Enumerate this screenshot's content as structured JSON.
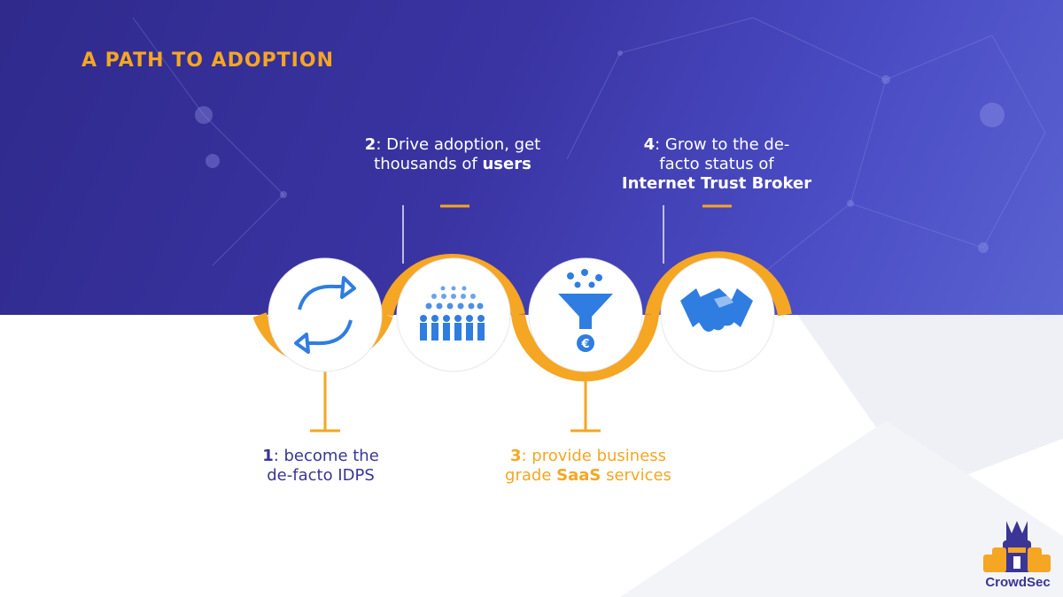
{
  "title": "A PATH TO ADOPTION",
  "steps": [
    {
      "num": "1",
      "text_pre": ": become the",
      "text_line2": "de-facto IDPS",
      "bold": "",
      "icon": "refresh-arrows-icon"
    },
    {
      "num": "2",
      "text_pre": ": Drive adoption, get",
      "text_line2": "thousands of ",
      "bold": "users",
      "icon": "crowd-icon"
    },
    {
      "num": "3",
      "text_pre": ": provide business",
      "text_line2": "grade ",
      "bold": "SaaS",
      "text_post": " services",
      "icon": "funnel-euro-icon"
    },
    {
      "num": "4",
      "text_pre": ": Grow to the de-",
      "text_line2": "facto status of",
      "bold": "Internet Trust Broker",
      "icon": "handshake-icon"
    }
  ],
  "brand": {
    "name": "CrowdSec",
    "icon": "crowdsec-llama-logo"
  },
  "colors": {
    "accent": "#f5a623",
    "brand_blue": "#3a3596",
    "icon_blue": "#2f7de1"
  }
}
